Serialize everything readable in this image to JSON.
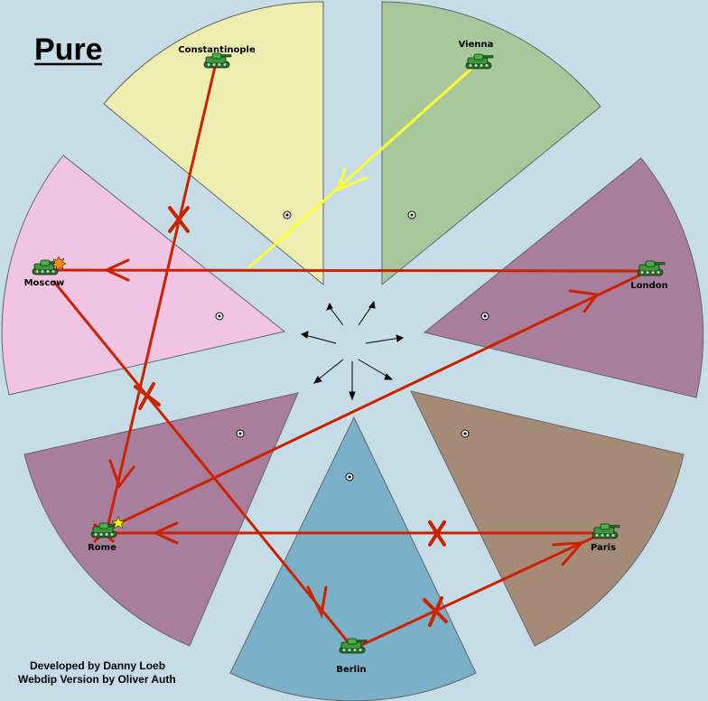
{
  "map": {
    "title": "Pure",
    "credits": [
      "Developed by Danny Loeb",
      "Webdip Version by Oliver Auth"
    ]
  },
  "colors": {
    "background": "#c6dde8",
    "order_line": "#cc2200",
    "support_line": "#ffff33",
    "unit_body": "#3a9a3a"
  },
  "territories": [
    {
      "name": "Constantinople",
      "color": "#eeeeb0"
    },
    {
      "name": "Vienna",
      "color": "#a6c89a"
    },
    {
      "name": "London",
      "color": "#a87e9c"
    },
    {
      "name": "Paris",
      "color": "#a68a78"
    },
    {
      "name": "Berlin",
      "color": "#7ab0c8"
    },
    {
      "name": "Rome",
      "color": "#a87e9c"
    },
    {
      "name": "Moscow",
      "color": "#f0c4e2"
    }
  ],
  "units": [
    {
      "territory": "Constantinople",
      "icon": "army-tank-icon"
    },
    {
      "territory": "Vienna",
      "icon": "army-tank-icon"
    },
    {
      "territory": "Moscow",
      "icon": "army-tank-icon",
      "badge": "retreat-burst-icon"
    },
    {
      "territory": "London",
      "icon": "army-tank-icon"
    },
    {
      "territory": "Rome",
      "icon": "army-tank-icon",
      "badge": "star-icon",
      "marker": "dislodged-x-icon"
    },
    {
      "territory": "Paris",
      "icon": "army-tank-icon"
    },
    {
      "territory": "Berlin",
      "icon": "army-tank-icon"
    }
  ],
  "orders": [
    {
      "type": "move",
      "from": "Constantinople",
      "to": "Rome",
      "failed": true
    },
    {
      "type": "move",
      "from": "Moscow",
      "to": "Berlin",
      "failed": true
    },
    {
      "type": "move",
      "from": "London",
      "to": "Moscow",
      "failed": false
    },
    {
      "type": "move",
      "from": "Rome",
      "to": "London",
      "failed": false
    },
    {
      "type": "move",
      "from": "Paris",
      "to": "Rome",
      "failed": true
    },
    {
      "type": "move",
      "from": "Berlin",
      "to": "Paris",
      "failed": true
    },
    {
      "type": "support",
      "from": "Vienna",
      "target": "London-Moscow"
    }
  ]
}
